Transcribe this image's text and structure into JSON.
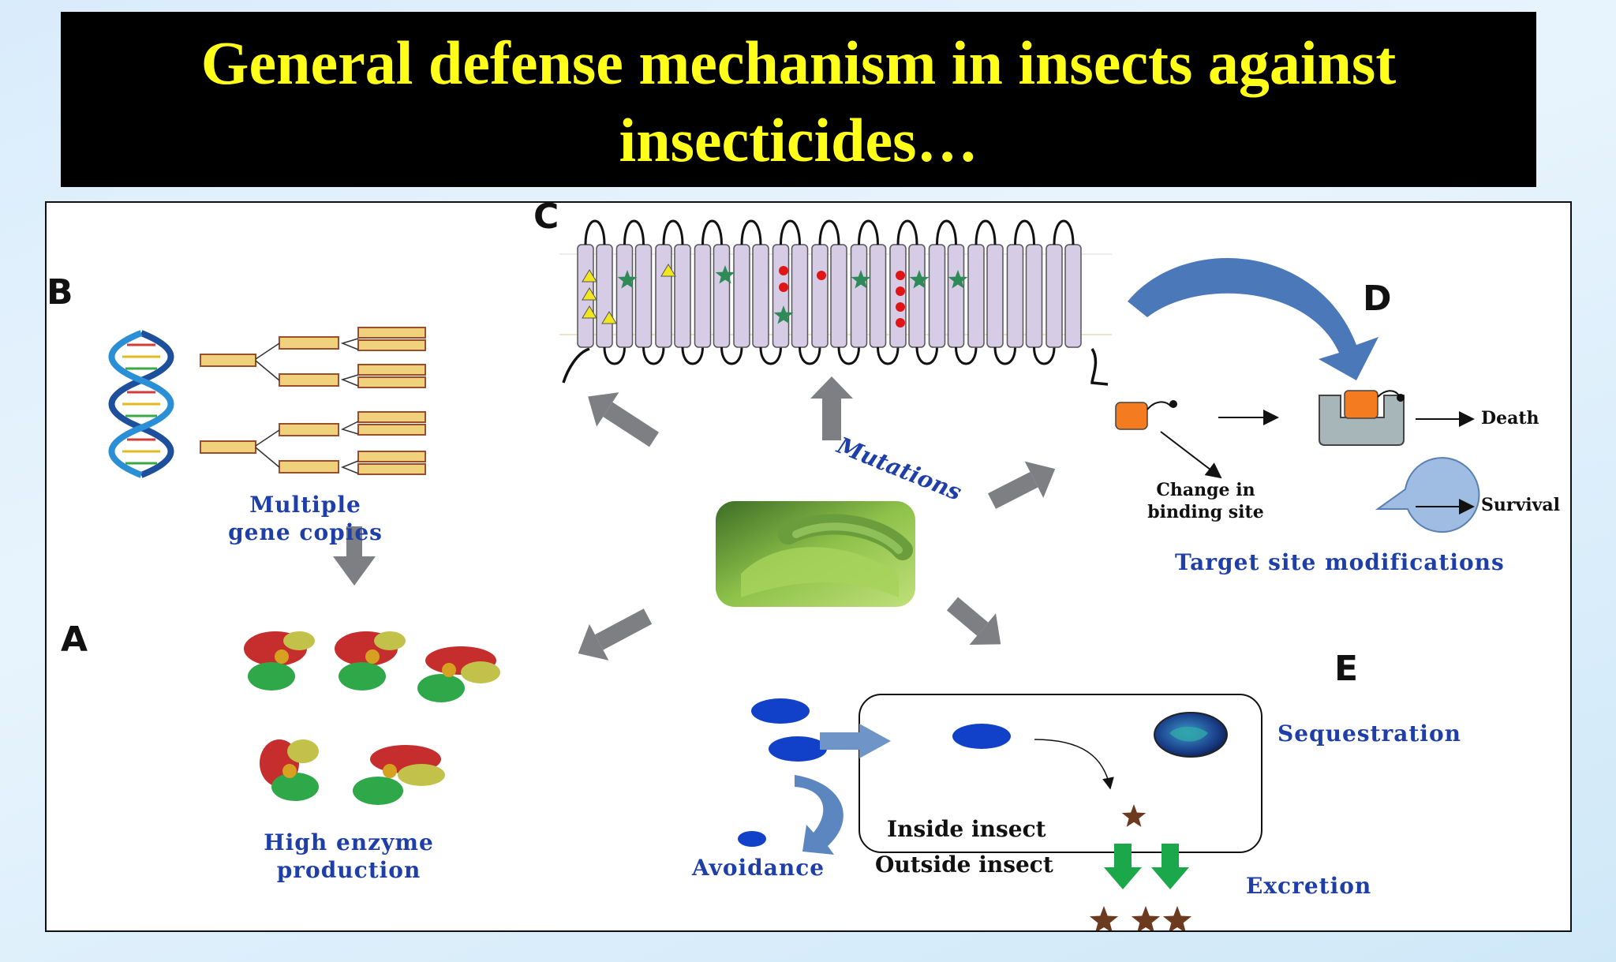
{
  "title": "General defense mechanism in insects against insecticides…",
  "panels": {
    "a": "A",
    "b": "B",
    "c": "C",
    "d": "D",
    "e": "E"
  },
  "labels": {
    "multiple_gene_copies": "Multiple gene copies",
    "high_enzyme_production": "High enzyme production",
    "mutations": "Mutations",
    "change_binding_site": "Change in binding site",
    "death": "Death",
    "survival": "Survival",
    "target_site_modifications": "Target site modifications",
    "sequestration": "Sequestration",
    "inside_insect": "Inside insect",
    "outside_insect": "Outside insect",
    "avoidance": "Avoidance",
    "excretion": "Excretion"
  },
  "colors": {
    "title_bg": "#000000",
    "title_text": "#ffff1a",
    "caption_blue": "#1f3fa8",
    "arrow_gray": "#7d7f82",
    "membrane_helix": "#d6cce6",
    "excretion_green": "#1aa84a",
    "blue_arrow": "#4a78b8"
  }
}
